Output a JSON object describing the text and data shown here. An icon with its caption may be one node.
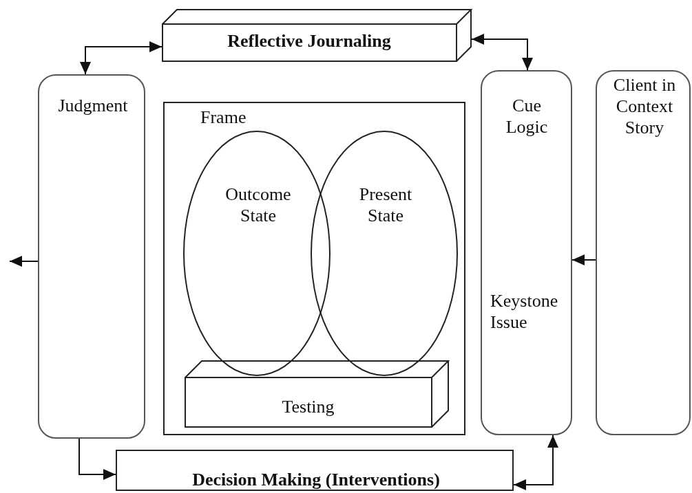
{
  "diagram": {
    "nodes": [
      {
        "text": [
          "Reflective Journaling"
        ]
      },
      {
        "text": [
          "Judgment"
        ]
      },
      {
        "text": [
          "Frame"
        ]
      },
      {
        "text": [
          "Outcome State"
        ],
        "in": 2
      },
      {
        "text": [
          "Present State"
        ],
        "in": 2
      },
      {
        "text": [
          "Testing"
        ],
        "in": 2
      },
      {
        "text": [
          "Cue Logic",
          "Keystone Issue"
        ]
      },
      {
        "text": [
          "Client in Context Story"
        ]
      },
      {
        "text": [
          "Decision Making (Interventions)"
        ]
      }
    ],
    "edges": [
      {
        "from": 0,
        "to": 1,
        "arrow": "both"
      },
      {
        "from": 0,
        "to": 6,
        "arrow": "both"
      },
      {
        "from": 1,
        "to": 8,
        "arrow": "to"
      },
      {
        "from": 8,
        "to": 6,
        "arrow": "both"
      },
      {
        "from": 1,
        "to": null,
        "arrow": "to"
      },
      {
        "from": 7,
        "to": 6,
        "arrow": "to"
      }
    ]
  }
}
